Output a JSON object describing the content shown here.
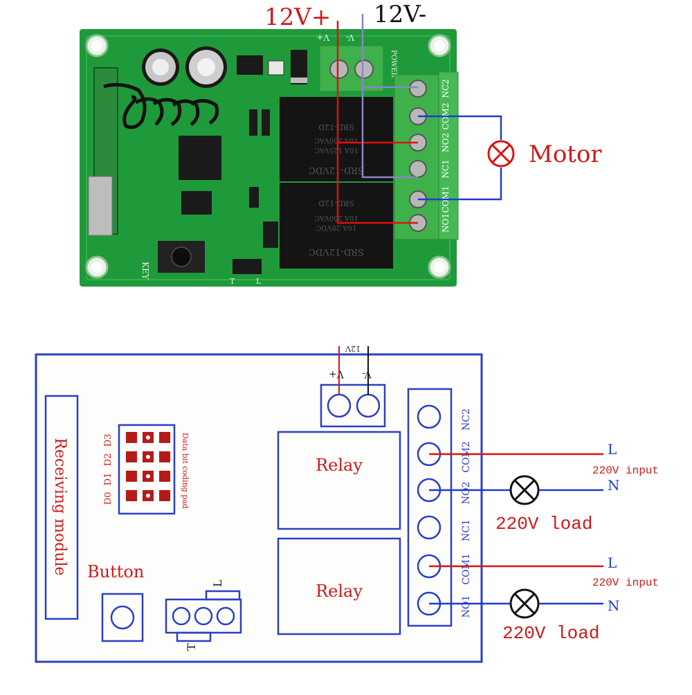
{
  "top": {
    "v_plus": "12V+",
    "v_minus": "12V-",
    "motor": "Motor",
    "board_v_plus": "V+",
    "board_v_minus": "V-",
    "power": "POWER",
    "key": "KEY",
    "jumper_t": "T",
    "jumper_l": "L",
    "relay_model": "SRD-12VDC",
    "relay_brand": "SRD-12D",
    "relay_rating_1": "10A 250VAC",
    "relay_rating_2": "10A 125VAC",
    "relay_rating_3": "10A 28VDC",
    "terminals": [
      "NC2",
      "COM2",
      "NO2",
      "NC1",
      "COM1",
      "NO1"
    ]
  },
  "bottom": {
    "v12": "12V",
    "v_plus": "V+",
    "v_minus": "V-",
    "receiving": "Receiving module",
    "pad_cols": [
      "D0",
      "D1",
      "D2",
      "D3"
    ],
    "pad_label": "Data bit coding pad",
    "relay_upper": "Relay",
    "relay_lower": "Relay",
    "button": "Button",
    "t": "T",
    "l": "L",
    "terminals": [
      "NC2",
      "COM2",
      "NO2",
      "NC1",
      "COM1",
      "NO1"
    ],
    "l_upper": "L",
    "n_upper": "N",
    "input_upper": "220V input",
    "load_upper": "220V load",
    "l_lower": "L",
    "n_lower": "N",
    "input_lower": "220V input",
    "load_lower": "220V load"
  },
  "colors": {
    "pcb": "#1f9a3a",
    "pcb_dark": "#137a2a",
    "terminal_green": "#3fb14a",
    "red_wire": "#e01010",
    "blue_wire": "#1c3cd0",
    "purple_wire": "#8a86c8",
    "outline_blue": "#2a3fc8",
    "label_red": "#d01818"
  }
}
